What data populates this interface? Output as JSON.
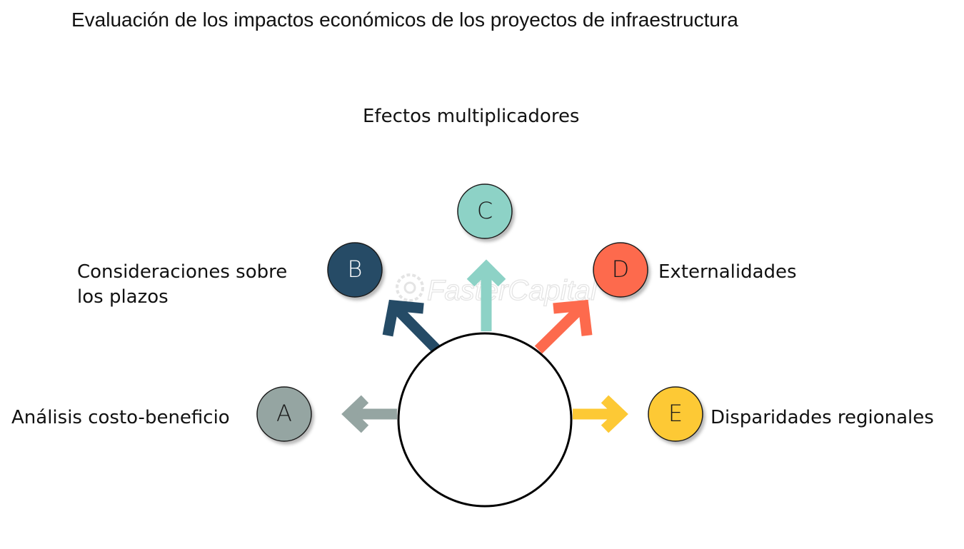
{
  "title": "Evaluación de los impactos económicos de los proyectos de infraestructura",
  "watermark": "FasterCapital",
  "nodes": [
    {
      "id": "A",
      "letter": "A",
      "label": "Análisis costo-beneficio",
      "color": "#95a5a2"
    },
    {
      "id": "B",
      "letter": "B",
      "label_lines": [
        "Consideraciones sobre",
        "los plazos"
      ],
      "color": "#254b66"
    },
    {
      "id": "C",
      "letter": "C",
      "label": "Efectos multiplicadores",
      "color": "#8dd2c6"
    },
    {
      "id": "D",
      "letter": "D",
      "label": "Externalidades",
      "color": "#fd6a4d"
    },
    {
      "id": "E",
      "letter": "E",
      "label": "Disparidades regionales",
      "color": "#fdc935"
    }
  ]
}
